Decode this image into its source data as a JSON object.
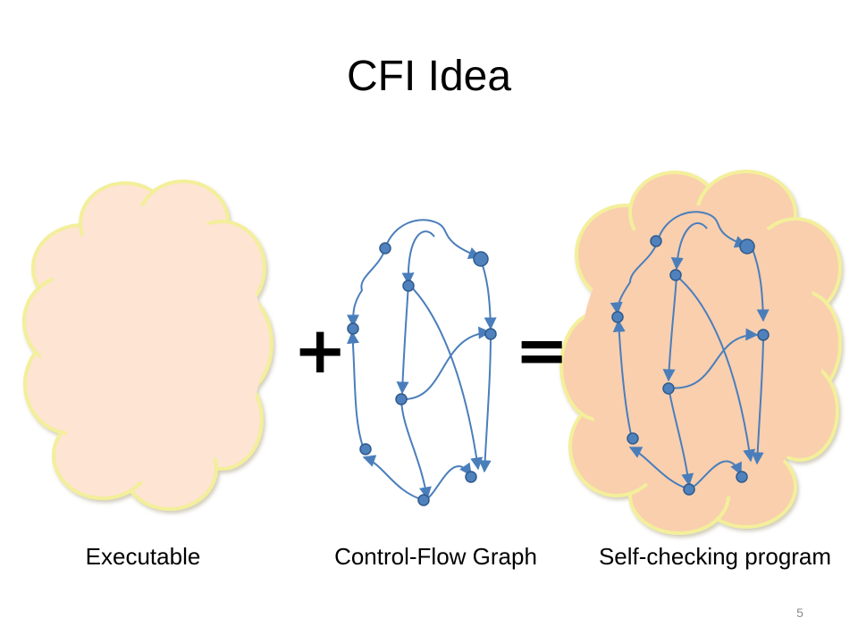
{
  "slide": {
    "title": "CFI Idea",
    "page_number": "5"
  },
  "operators": {
    "plus": "+",
    "equals": "="
  },
  "labels": {
    "executable": "Executable",
    "cfg": "Control-Flow Graph",
    "self_checking": "Self-checking program"
  },
  "colors": {
    "executable_cloud": "#fde4d3",
    "self_checking_cloud": "#f9cfae",
    "cloud_outline": "#f3ef9a",
    "graph_edge": "#4a7ebb",
    "graph_node": "#4f81bd",
    "graph_node_outline": "#2e5a8c"
  }
}
